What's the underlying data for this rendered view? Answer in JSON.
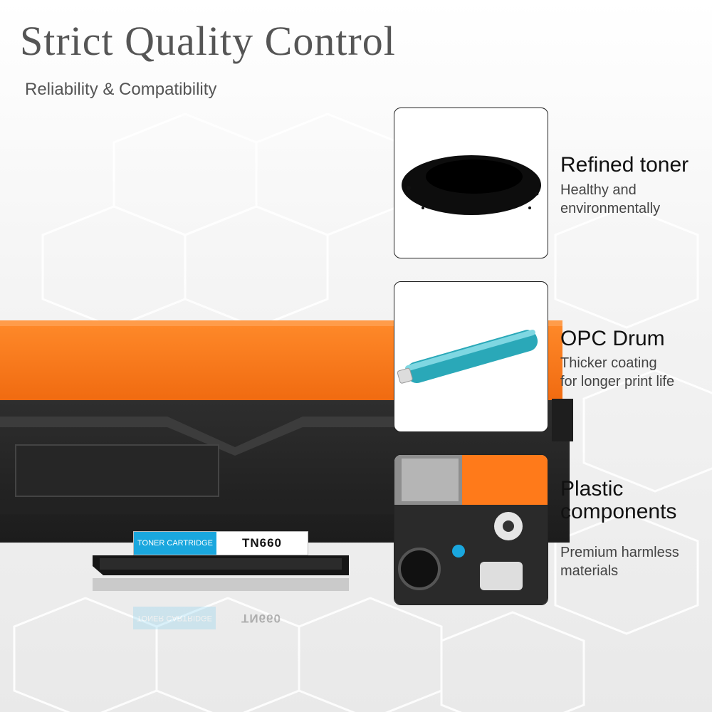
{
  "header": {
    "title": "Strict Quality Control",
    "subtitle": "Reliability & Compatibility"
  },
  "product_label": {
    "left_text": "TONER CARTRIDGE",
    "right_text": "TN660"
  },
  "features": [
    {
      "title": "Refined toner",
      "lines": [
        "Healthy and",
        "environmentally"
      ]
    },
    {
      "title": "OPC Drum",
      "lines": [
        "Thicker coating",
        "for longer print life"
      ]
    },
    {
      "title_lines": [
        "Plastic",
        "components"
      ],
      "lines": [
        "Premium harmless",
        "materials"
      ]
    }
  ],
  "colors": {
    "orange": "#ff7a1a",
    "label_blue": "#1aa7de",
    "drum_teal": "#2aa8b8"
  }
}
